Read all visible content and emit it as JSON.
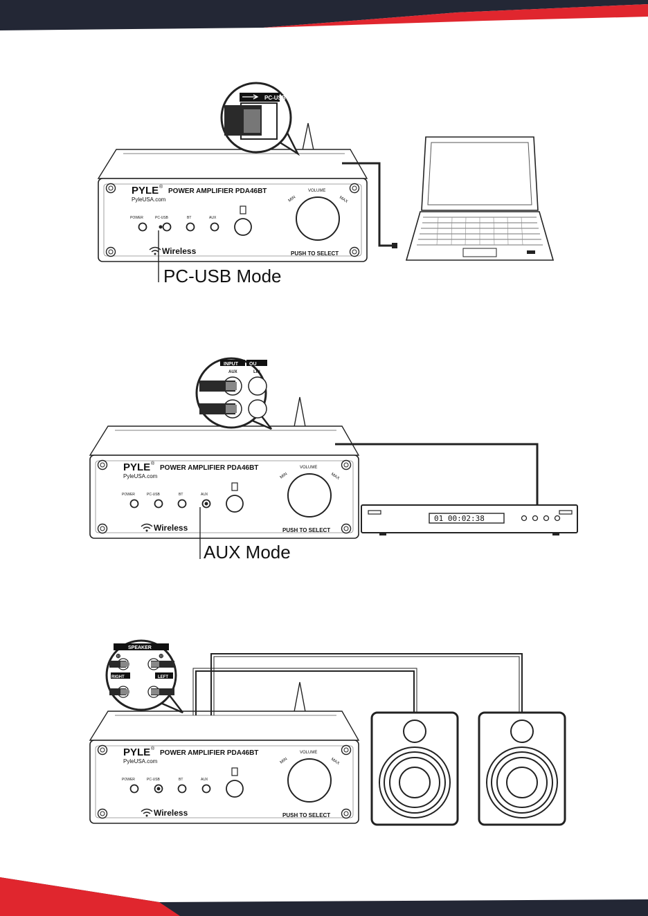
{
  "banner": {
    "dark": "#232735",
    "red": "#e0262e"
  },
  "amp": {
    "brand": "PYLE",
    "reg": "®",
    "model": "POWER AMPLIFIER PDA46BT",
    "website": "PyleUSA.com",
    "wireless": "Wireless",
    "volume": "VOLUME",
    "min": "MIN",
    "max": "MAX",
    "push": "PUSH TO SELECT",
    "jacks": [
      "POWER",
      "PC-USB",
      "BT",
      "AUX"
    ]
  },
  "sections": [
    {
      "mode_label": "PC-USB Mode",
      "zoom_header": "PC-USB"
    },
    {
      "mode_label": "AUX Mode",
      "zoom_input": "INPUT",
      "zoom_out": "OU",
      "zoom_aux": "AUX",
      "zoom_line": "LIN"
    },
    {
      "zoom_header": "SPEAKER",
      "zoom_right": "RIGHT",
      "zoom_left": "LEFT"
    }
  ],
  "player": {
    "display": "01 00:02:38"
  }
}
